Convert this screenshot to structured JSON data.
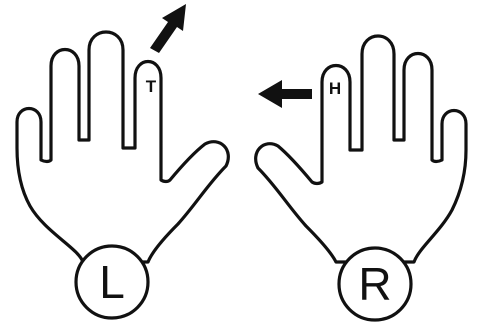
{
  "left_hand": {
    "palm_label": "L",
    "finger_key": "T",
    "arrow_direction": "up-right",
    "color": "#111111"
  },
  "right_hand": {
    "palm_label": "R",
    "finger_key": "H",
    "arrow_direction": "left",
    "color": "#111111"
  },
  "background": "#ffffff"
}
